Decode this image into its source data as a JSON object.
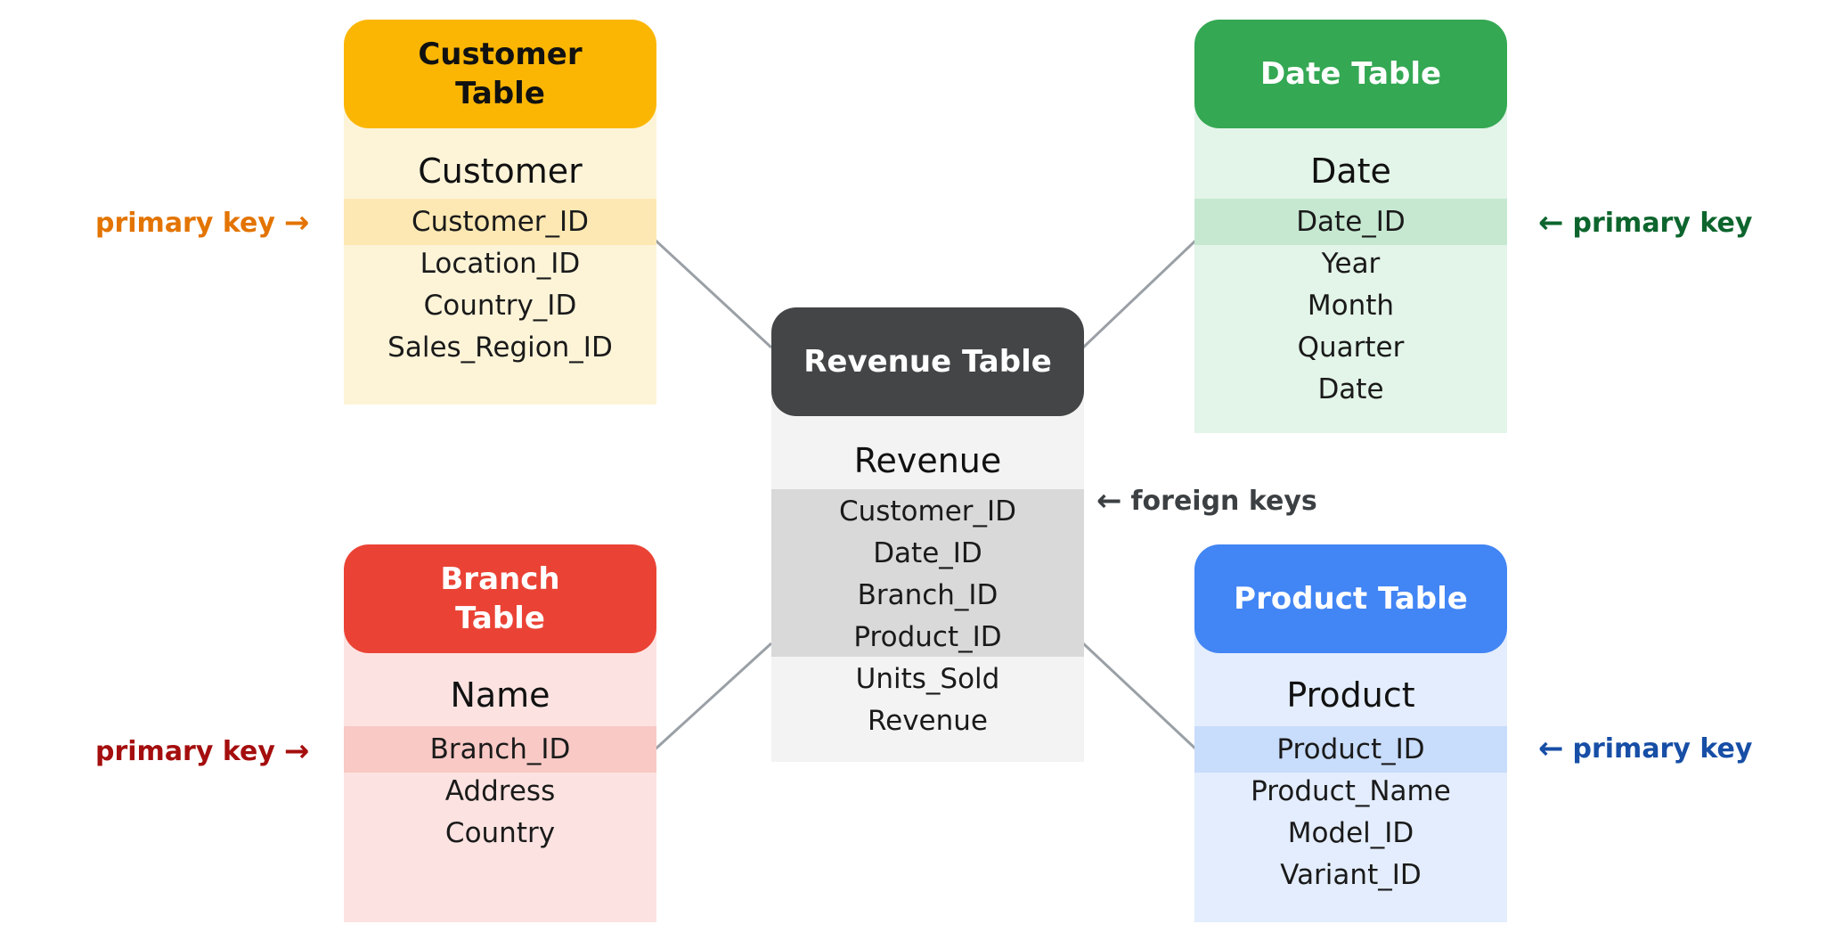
{
  "colors": {
    "customer_header": "#FBB604",
    "customer_body": "#FDF4D8",
    "customer_key": "#FDE8B4",
    "customer_accent": "#E37400",
    "date_header": "#34A853",
    "date_body": "#E3F4E8",
    "date_key": "#C6E8D1",
    "date_accent": "#0D652D",
    "branch_header": "#EA4335",
    "branch_body": "#FCE3E1",
    "branch_key": "#F8C9C5",
    "branch_accent": "#A50E0E",
    "product_header": "#4285F4",
    "product_body": "#E3EDFD",
    "product_key": "#C8DCFB",
    "product_accent": "#174EA6",
    "revenue_header": "#444547",
    "revenue_body": "#F3F3F3",
    "revenue_key": "#D9D9DA",
    "revenue_accent": "#3C4043",
    "connector": "#9AA0A6"
  },
  "tables": {
    "customer": {
      "header": [
        "Customer",
        "Table"
      ],
      "entity": "Customer",
      "fields": [
        "Customer_ID",
        "Location_ID",
        "Country_ID",
        "Sales_Region_ID"
      ]
    },
    "date": {
      "header": [
        "Date Table"
      ],
      "entity": "Date",
      "fields": [
        "Date_ID",
        "Year",
        "Month",
        "Quarter",
        "Date"
      ]
    },
    "revenue": {
      "header": [
        "Revenue Table"
      ],
      "entity": "Revenue",
      "fields": [
        "Customer_ID",
        "Date_ID",
        "Branch_ID",
        "Product_ID",
        "Units_Sold",
        "Revenue"
      ]
    },
    "branch": {
      "header": [
        "Branch",
        "Table"
      ],
      "entity": "Name",
      "fields": [
        "Branch_ID",
        "Address",
        "Country"
      ]
    },
    "product": {
      "header": [
        "Product Table"
      ],
      "entity": "Product",
      "fields": [
        "Product_ID",
        "Product_Name",
        "Model_ID",
        "Variant_ID"
      ]
    }
  },
  "annotations": {
    "customer_pk": "primary key",
    "date_pk": "primary key",
    "branch_pk": "primary key",
    "product_pk": "primary key",
    "revenue_fk": "foreign keys",
    "arrow_right": "→",
    "arrow_left": "←"
  }
}
